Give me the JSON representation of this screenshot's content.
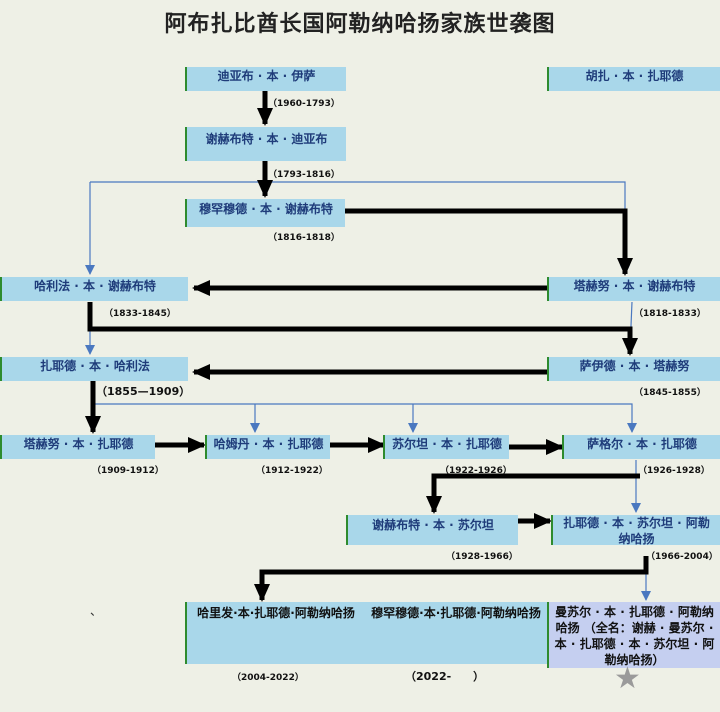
{
  "title": "阿布扎比酋长国阿勒纳哈扬家族世袭图",
  "persons": {
    "diyab": "迪亚布 · 本 · 伊萨",
    "huzayd": "胡扎 · 本 · 扎耶德",
    "shakhbut1": "谢赫布特 · 本 · 迪亚布",
    "muhammad": "穆罕穆德 · 本 · 谢赫布特",
    "khalifa": "哈利法 · 本 · 谢赫布特",
    "tahnun": "塔赫努 · 本 · 谢赫布特",
    "zayed1": "扎耶德 · 本 · 哈利法",
    "said": "萨伊德 · 本 · 塔赫努",
    "tahnun2": "塔赫努 · 本 · 扎耶德",
    "hamdan": "哈姆丹 · 本 · 扎耶德",
    "sultan": "苏尔坦 · 本 · 扎耶德",
    "saqr": "萨格尔 · 本 · 扎耶德",
    "shakhbut2": "谢赫布特 · 本 · 苏尔坦",
    "zayed2": "扎耶德 · 本 · 苏尔坦 · 阿勒纳哈扬",
    "khalifa2": "哈里发·本·扎耶德·阿勒纳哈扬",
    "mbz": "穆罕穆德·本·扎耶德·阿勒纳哈扬",
    "mansour": "曼苏尔 · 本 · 扎耶德 · 阿勒纳哈扬 （全名：谢赫 · 曼苏尔 · 本 · 扎耶德 · 本 · 苏尔坦 · 阿勒纳哈扬）"
  },
  "dates": {
    "diyab": "（1960-1793）",
    "shakhbut1": "（1793-1816）",
    "muhammad": "（1816-1818）",
    "khalifa": "（1833-1845）",
    "tahnun": "（1818-1833）",
    "zayed1": "（1855—1909）",
    "said": "（1845-1855）",
    "tahnun2": "（1909-1912）",
    "hamdan": "（1912-1922）",
    "sultan": "（1922-1926）",
    "saqr": "（1926-1928）",
    "shakhbut2": "（1928-1966）",
    "zayed2": "（1966-2004）",
    "khalifa2": "（2004-2022）",
    "mbz": "（2022-　　）"
  },
  "misc_mark": "、",
  "star_glyph": "★"
}
